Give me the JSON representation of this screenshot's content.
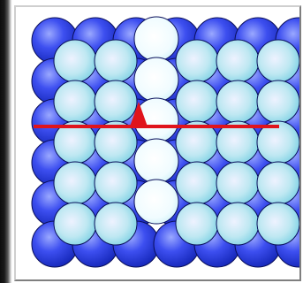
{
  "diagram": {
    "lattice": {
      "rows": 6,
      "cols": 7
    },
    "overlay": {
      "rows": 5,
      "cols": 6
    },
    "vacancy_column": 2,
    "colors": {
      "bottom_layer": "#1f2fd0",
      "bottom_layer_highlight": "#9aa8ff",
      "top_layer": "#7fd6e6",
      "top_layer_highlight": "#f2f4ff",
      "white_atom": "#e6fbff",
      "marker": "#e0141c",
      "background": "#ffffff"
    }
  }
}
